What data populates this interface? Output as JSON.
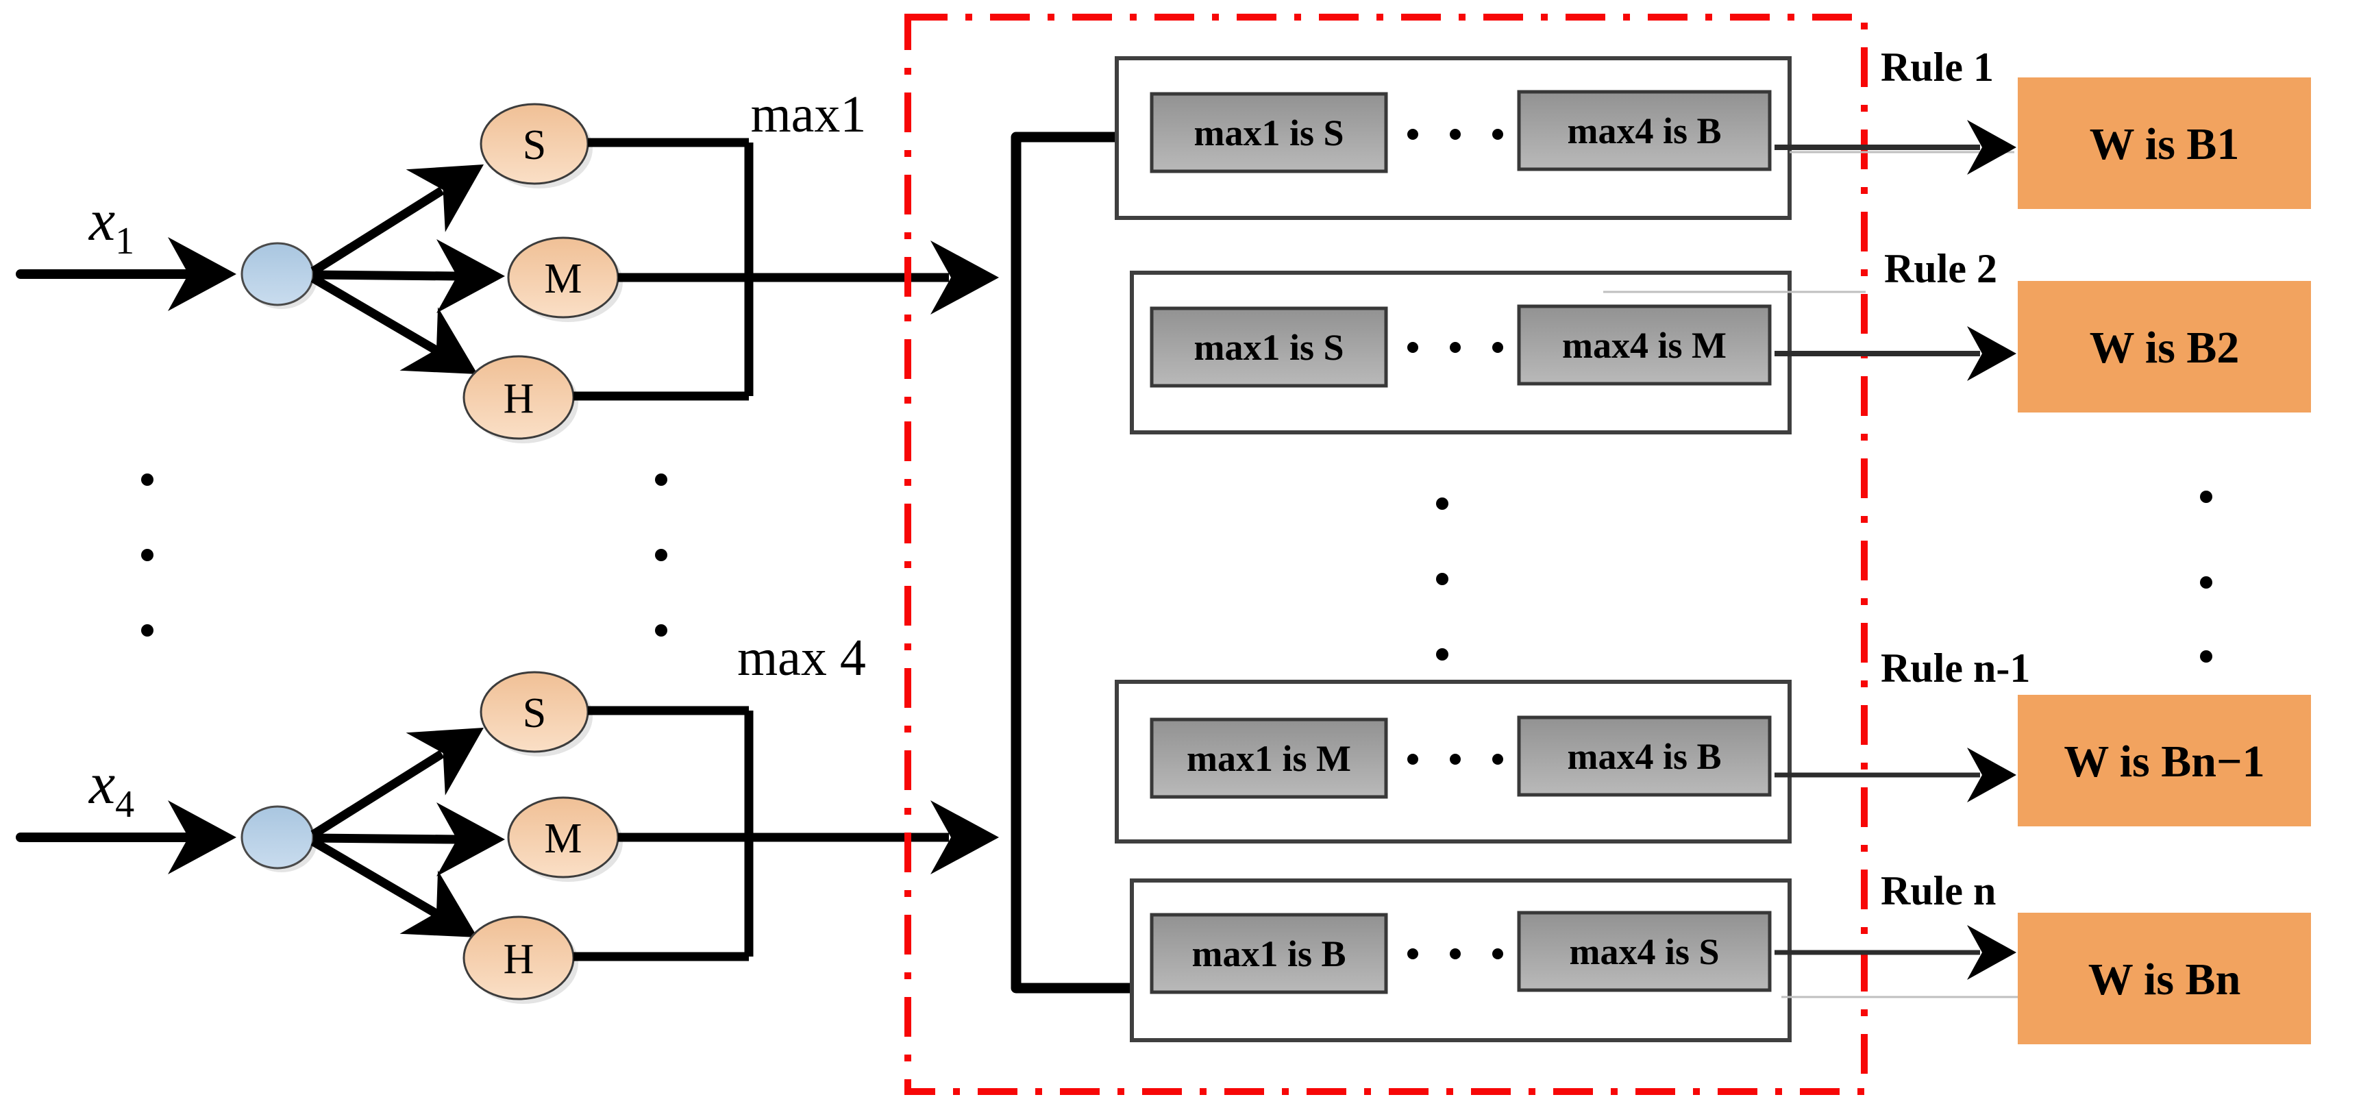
{
  "diagram_title": "fuzzy-rule-network",
  "inputs": [
    {
      "base": "x",
      "sub": "1"
    },
    {
      "base": "x",
      "sub": "4"
    }
  ],
  "groups": [
    {
      "nodes": [
        "S",
        "M",
        "H"
      ],
      "max_label": "max1"
    },
    {
      "nodes": [
        "S",
        "M",
        "H"
      ],
      "max_label": "max 4"
    }
  ],
  "rules": [
    {
      "name": "Rule 1",
      "antecedent_1": "max1 is S",
      "antecedent_2": "max4 is B",
      "consequent": "W is B1"
    },
    {
      "name": "Rule 2",
      "antecedent_1": "max1 is S",
      "antecedent_2": "max4 is M",
      "consequent": "W is B2"
    },
    {
      "name": "Rule n-1",
      "antecedent_1": "max1 is M",
      "antecedent_2": "max4 is B",
      "consequent": "W is Bn−1"
    },
    {
      "name": "Rule n",
      "antecedent_1": "max1 is B",
      "antecedent_2": "max4 is S",
      "consequent": "W is Bn"
    }
  ],
  "colors": {
    "rule_region_border": "#f70707",
    "consequent_box": "#f2a35f",
    "membership_node": "#f4c9a1",
    "input_node": "#b5cfe5",
    "antecedent_box": "#a5a5a5",
    "line": "#000000"
  }
}
